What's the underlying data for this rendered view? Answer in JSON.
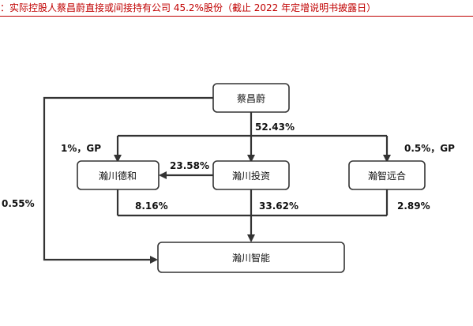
{
  "caption": {
    "prefix": "：",
    "text": "实际控股人蔡昌蔚直接或间接持有公司 45.2%股份（截止 2022 年定增说明书披露日）",
    "prefix_color": "#c00000",
    "text_color": "#c00000"
  },
  "nodes": {
    "cai": "蔡昌蔚",
    "hechuan_dehe": "瀚川德和",
    "hechuan_touzi": "瀚川投资",
    "hanzhi_yuanhe": "瀚智远合",
    "hechuan_zhineng": "瀚川智能"
  },
  "edges": {
    "cai_to_touzi": "52.43%",
    "dehe_gp": "1%，GP",
    "touzi_to_dehe": "23.58%",
    "yuanhe_gp": "0.5%，GP",
    "cai_direct": "0.55%",
    "dehe_to_zhineng": "8.16%",
    "touzi_to_zhineng": "33.62%",
    "yuanhe_to_zhineng": "2.89%"
  }
}
